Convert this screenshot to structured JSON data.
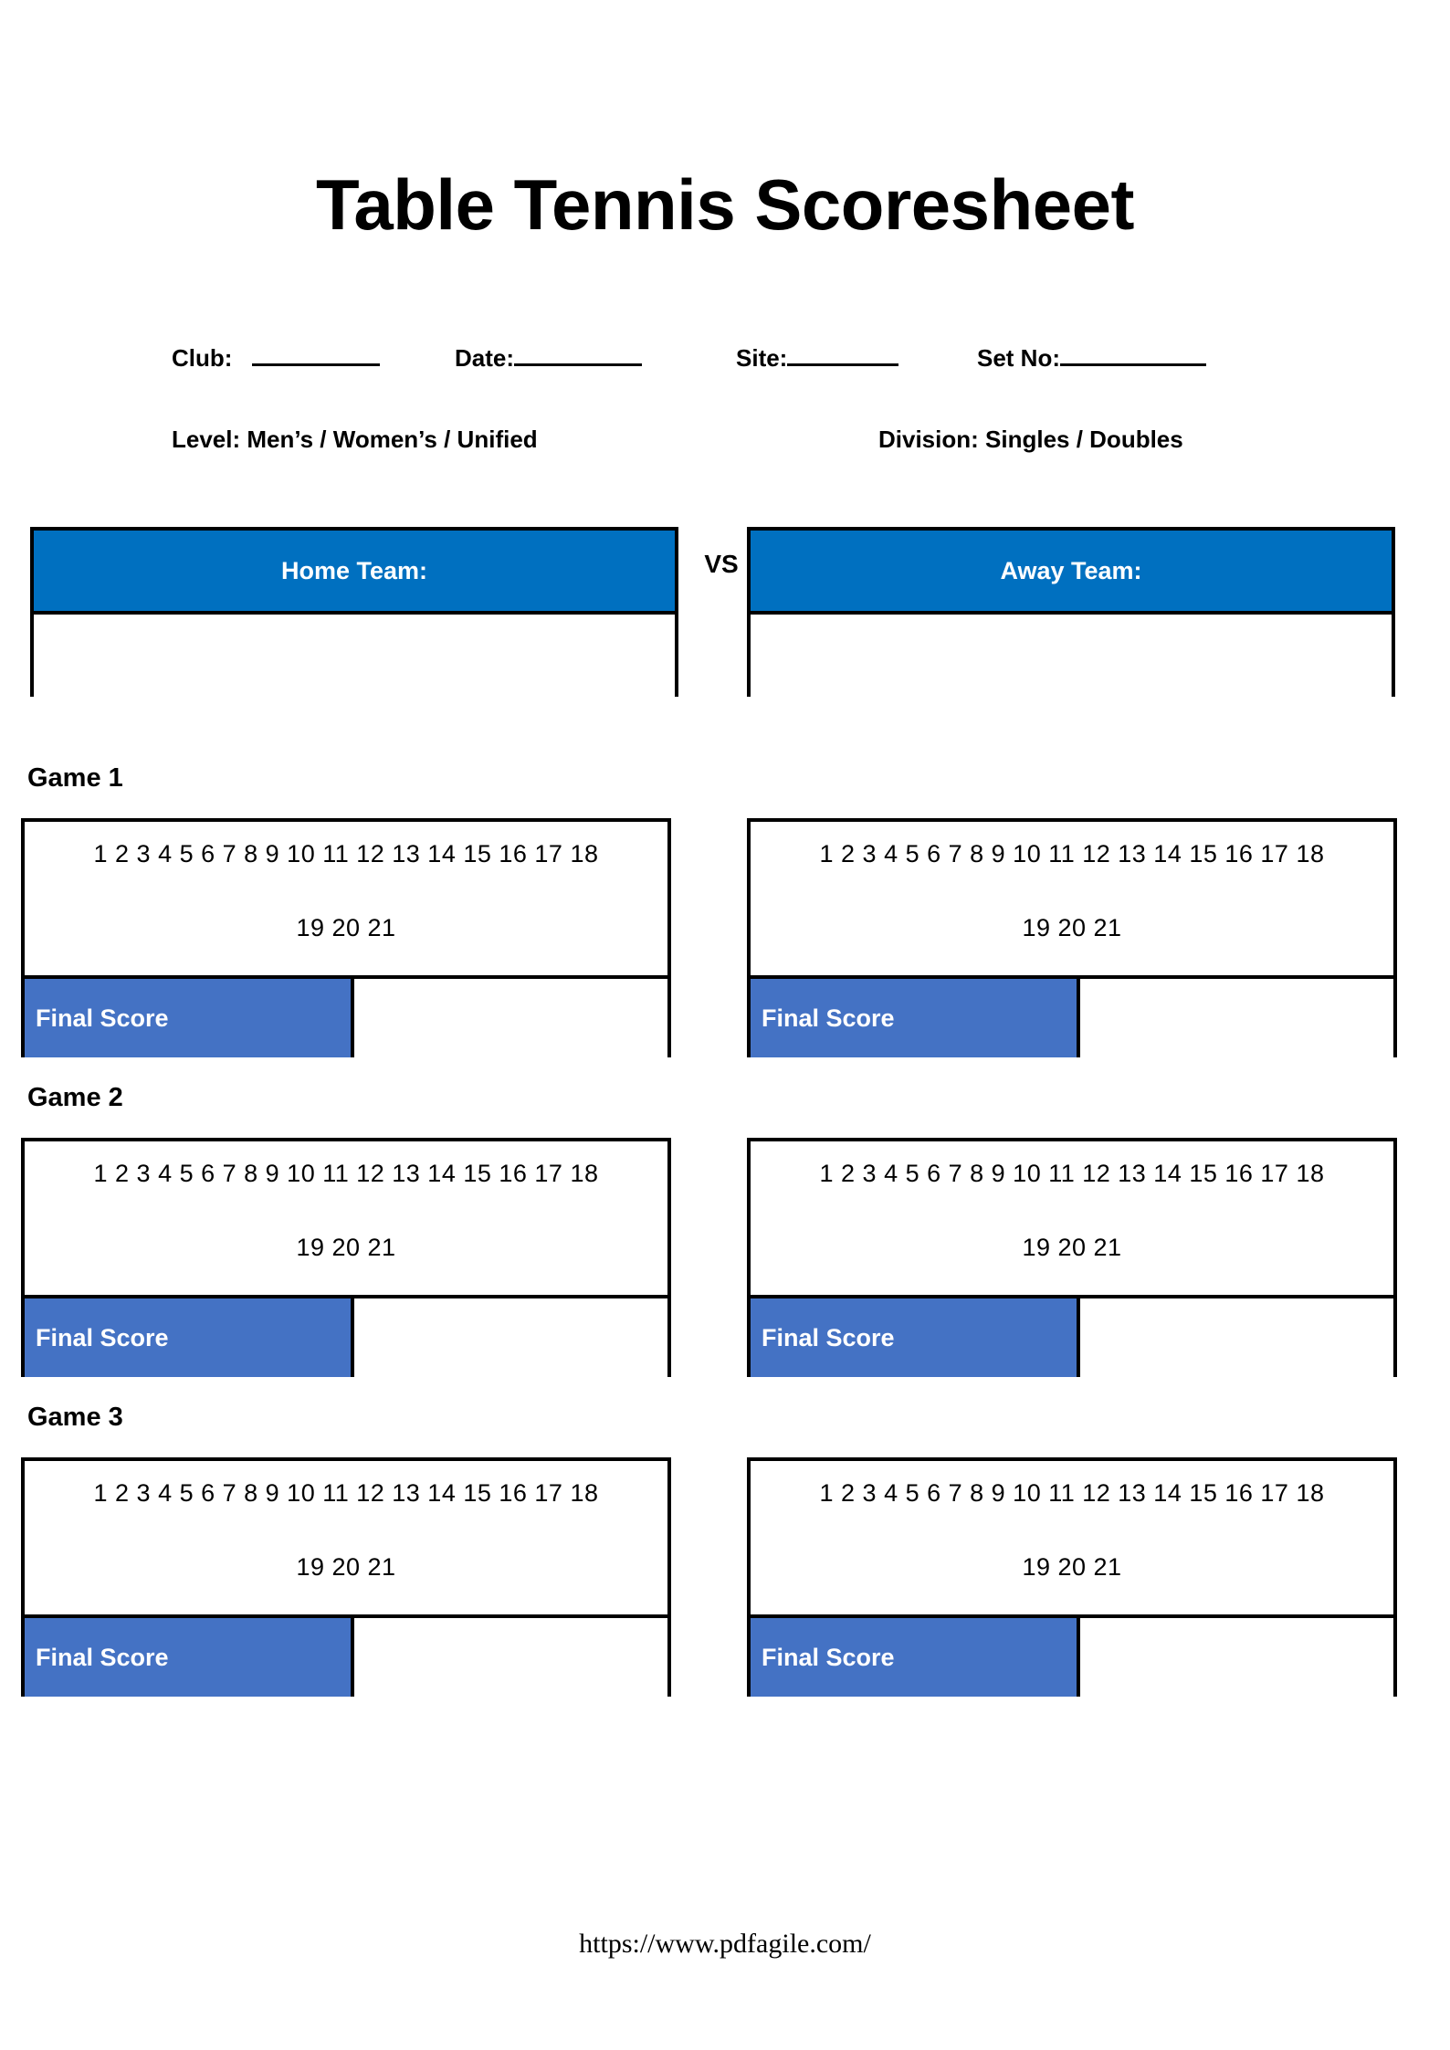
{
  "document": {
    "title": "Table Tennis Scoresheet"
  },
  "meta": {
    "club": {
      "label": "Club: ",
      "rule": ""
    },
    "date": {
      "label": "Date:",
      "rule": ""
    },
    "site": {
      "label": "Site:",
      "rule": ""
    },
    "set_no": {
      "label": "Set No:",
      "rule": ""
    },
    "level": {
      "label": "Level: Men’s / Women’s / Unified"
    },
    "division": {
      "label": "Division: Singles / Doubles"
    }
  },
  "match": {
    "home_team_label": "Home Team:",
    "away_team_label": "Away Team:",
    "vs_label": "VS",
    "home_team_value": "",
    "away_team_value": "",
    "header_color": "#0070C0"
  },
  "games": [
    {
      "title": "Game 1",
      "home": {
        "numbers_line_1": "1 2 3 4 5 6 7 8 9 10 11 12 13 14 15 16 17 18",
        "numbers_line_2": "19 20 21",
        "final_score_label": "Final Score",
        "final_score_value": ""
      },
      "away": {
        "numbers_line_1": "1 2 3 4 5 6 7 8 9 10 11 12 13 14 15 16 17 18",
        "numbers_line_2": "19 20 21",
        "final_score_label": "Final Score",
        "final_score_value": ""
      }
    },
    {
      "title": "Game 2",
      "home": {
        "numbers_line_1": "1 2 3 4 5 6 7 8 9 10 11 12 13 14 15 16 17 18",
        "numbers_line_2": "19 20 21",
        "final_score_label": "Final Score",
        "final_score_value": ""
      },
      "away": {
        "numbers_line_1": "1 2 3 4 5 6 7 8 9 10 11 12 13 14 15 16 17 18",
        "numbers_line_2": "19 20 21",
        "final_score_label": "Final Score",
        "final_score_value": ""
      }
    },
    {
      "title": "Game 3",
      "home": {
        "numbers_line_1": "1 2 3 4 5 6 7 8 9 10 11 12 13 14 15 16 17 18",
        "numbers_line_2": "19 20 21",
        "final_score_label": "Final Score",
        "final_score_value": ""
      },
      "away": {
        "numbers_line_1": "1 2 3 4 5 6 7 8 9 10 11 12 13 14 15 16 17 18",
        "numbers_line_2": "19 20 21",
        "final_score_label": "Final Score",
        "final_score_value": ""
      }
    }
  ],
  "footer": {
    "url": "https://www.pdfagile.com/"
  },
  "colors": {
    "team_header_blue": "#0070C0",
    "final_score_blue": "#4472C4",
    "border_black": "#000000",
    "page_white": "#FFFFFF"
  }
}
